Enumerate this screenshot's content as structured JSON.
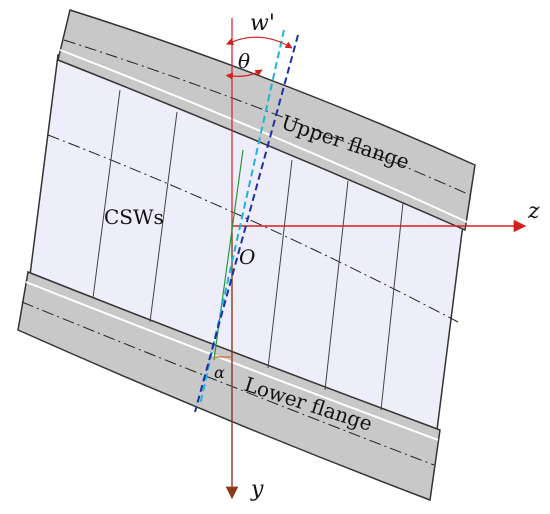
{
  "labels": {
    "upper_flange": "Upper flange",
    "lower_flange": "Lower flange",
    "csws": "CSWs",
    "origin": "O",
    "axis_z": "z",
    "axis_y": "y",
    "w_prime": "w'",
    "theta": "θ",
    "alpha": "α"
  },
  "colors": {
    "flange_fill": "#c8c8c8",
    "web_fill": "#eeeefa",
    "outline": "#333333",
    "axis": "#d42020",
    "deformed_light": "#1fb3d6",
    "deformed_dark": "#1a2fa8",
    "reference_green": "#2a9a3a",
    "theta_arc": "#d42020",
    "alpha_mark": "#d07020"
  }
}
